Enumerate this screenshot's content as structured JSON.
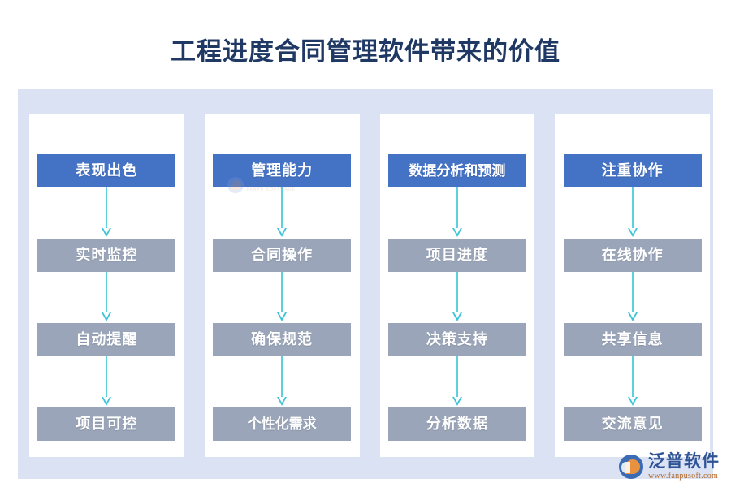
{
  "title": "工程进度合同管理软件带来的价值",
  "colors": {
    "title_text": "#1f3864",
    "board_bg": "#dbe2f4",
    "card_bg": "#ffffff",
    "head_box": "#4472c4",
    "step_box": "#9aa5b9",
    "arrow": "#3dc4d6",
    "brand_text": "#2f5496",
    "brand_url": "#b46a2a"
  },
  "columns": [
    {
      "header": "表现出色",
      "steps": [
        "实时监控",
        "自动提醒",
        "项目可控"
      ]
    },
    {
      "header": "管理能力",
      "steps": [
        "合同操作",
        "确保规范",
        "个性化需求"
      ]
    },
    {
      "header": "数据分析和预测",
      "steps": [
        "项目进度",
        "决策支持",
        "分析数据"
      ]
    },
    {
      "header": "注重协作",
      "steps": [
        "在线协作",
        "共享信息",
        "交流意见"
      ]
    }
  ],
  "watermark": {
    "cn": "泛普软件",
    "en": "FANPU SOFTWARE"
  },
  "brand": {
    "name": "泛普软件",
    "url": "www.fanpusoft.com"
  }
}
